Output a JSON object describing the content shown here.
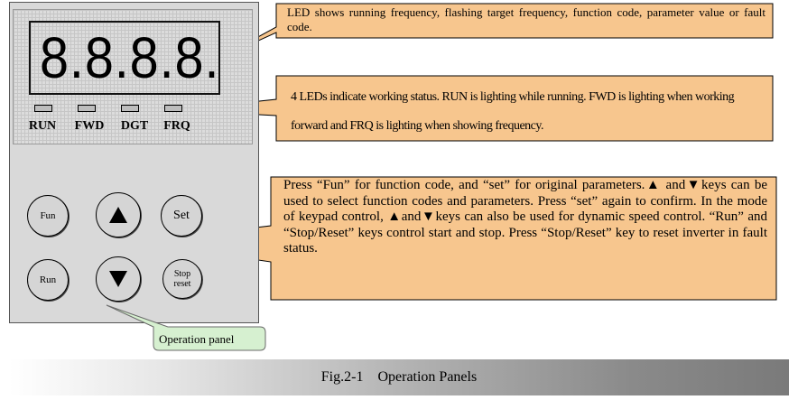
{
  "panel": {
    "led_digits": "8.8.8.8.",
    "status_leds": [
      "RUN",
      "FWD",
      "DGT",
      "FRQ"
    ],
    "keys": {
      "fun": "Fun",
      "up_icon": "up-triangle",
      "set": "Set",
      "run": "Run",
      "down_icon": "down-triangle",
      "stop_line1": "Stop",
      "stop_line2": "reset"
    }
  },
  "callouts": {
    "led_display": "LED shows running frequency, flashing target frequency, function code, parameter value or fault code.",
    "status_leds": "4 LEDs indicate working status. RUN is lighting while running. FWD is lighting when working forward and FRQ is lighting when showing frequency.",
    "keys": "Press “Fun” for function code, and “set” for original parameters.▲ and▼keys can be used to select function codes and parameters. Press “set” again to confirm. In the mode of keypad control, ▲and▼keys can also be used for dynamic speed control. “Run” and “Stop/Reset” keys control start and stop. Press “Stop/Reset” key to reset inverter in fault status.",
    "operation_panel": "Operation panel"
  },
  "caption": "Fig.2-1    Operation Panels",
  "colors": {
    "callout_fill": "#f7c68e",
    "panel_fill": "#d9d9d9",
    "green_callout_fill": "#d6f0d0",
    "caption_dark": "#7a7a7a"
  }
}
